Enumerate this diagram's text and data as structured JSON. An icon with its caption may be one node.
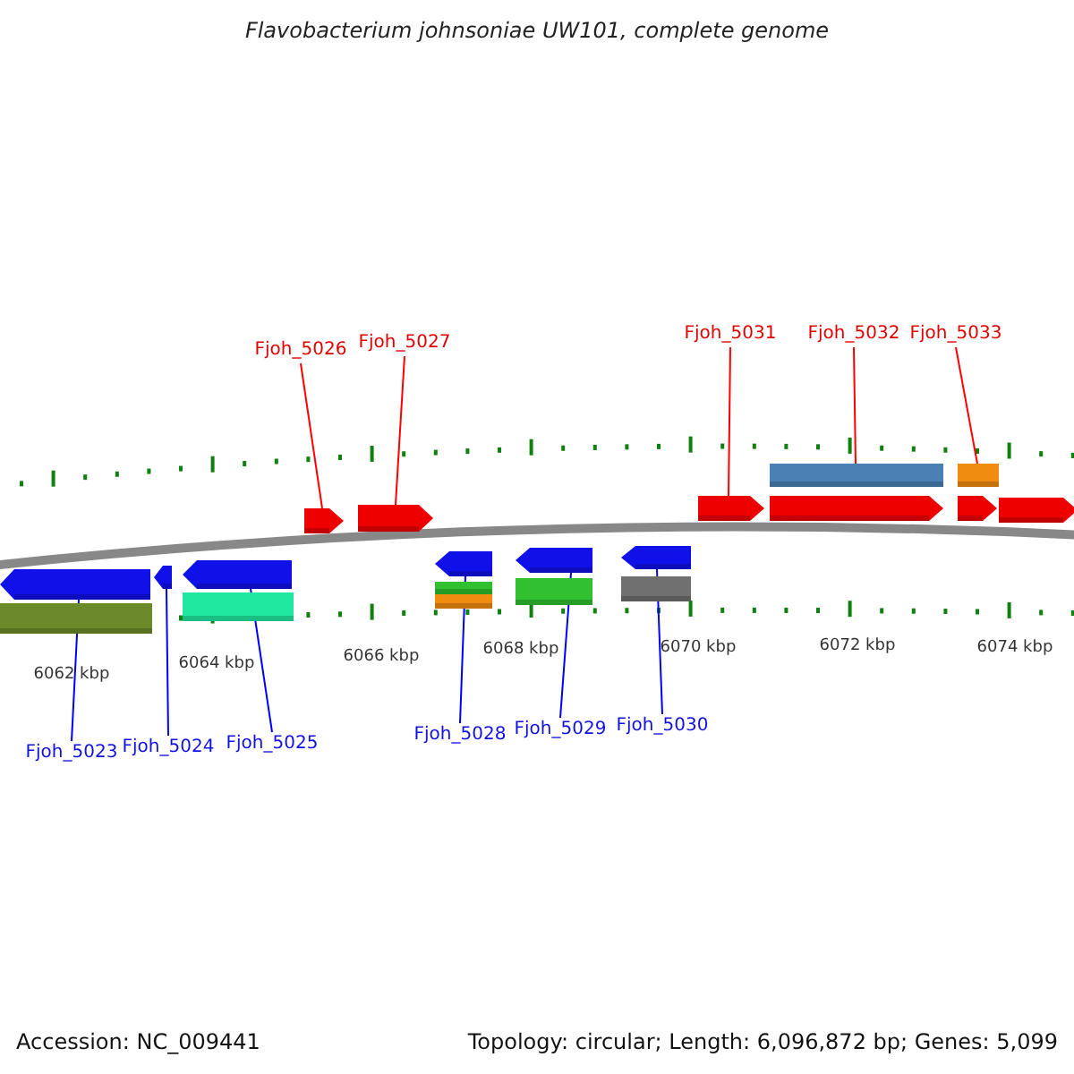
{
  "diagram": {
    "title": "Flavobacterium johnsoniae UW101, complete genome",
    "nodes": [
      {
        "text": [
          "Fjoh_5026"
        ]
      },
      {
        "text": [
          "Fjoh_5027"
        ]
      },
      {
        "text": [
          "Fjoh_5031"
        ]
      },
      {
        "text": [
          "Fjoh_5032"
        ]
      },
      {
        "text": [
          "Fjoh_5033"
        ]
      },
      {
        "text": [],
        "shape": "bar"
      },
      {
        "text": [],
        "shape": "bar"
      },
      {
        "text": [],
        "shape": "arrow"
      },
      {
        "text": [],
        "shape": "arrow"
      },
      {
        "text": [],
        "shape": "arrow"
      },
      {
        "text": [],
        "shape": "arrow"
      },
      {
        "text": [],
        "shape": "arrow"
      },
      {
        "text": [],
        "shape": "arrow"
      },
      {
        "text": [],
        "shape": "arrow"
      },
      {
        "text": [],
        "shape": "arrow"
      },
      {
        "text": [],
        "shape": "arrow"
      },
      {
        "text": [],
        "shape": "arrow"
      },
      {
        "text": [],
        "shape": "arrow"
      },
      {
        "text": [],
        "shape": "arrow"
      },
      {
        "text": [],
        "shape": "bar"
      },
      {
        "text": [],
        "shape": "bar"
      },
      {
        "text": [],
        "shape": "bar"
      },
      {
        "text": [],
        "shape": "bar"
      },
      {
        "text": [],
        "shape": "bar"
      },
      {
        "text": [],
        "shape": "bar"
      },
      {
        "text": [
          "Fjoh_5023"
        ]
      },
      {
        "text": [
          "Fjoh_5024"
        ]
      },
      {
        "text": [
          "Fjoh_5025"
        ]
      },
      {
        "text": [
          "Fjoh_5028"
        ]
      },
      {
        "text": [
          "Fjoh_5029"
        ]
      },
      {
        "text": [
          "Fjoh_5030"
        ]
      }
    ],
    "edges": [
      {
        "from": 0,
        "to": 7,
        "arrow": "none",
        "color": "#ff0000"
      },
      {
        "from": 1,
        "to": 8,
        "arrow": "none",
        "color": "#ff0000"
      },
      {
        "from": 2,
        "to": 9,
        "arrow": "none",
        "color": "#ff0000"
      },
      {
        "from": 3,
        "to": 5,
        "arrow": "none",
        "color": "#ff0000"
      },
      {
        "from": 4,
        "to": 6,
        "arrow": "none",
        "color": "#ff0000"
      },
      {
        "from": 25,
        "to": 13,
        "arrow": "none"
      },
      {
        "from": 26,
        "to": 14,
        "arrow": "none"
      },
      {
        "from": 27,
        "to": 15,
        "arrow": "none"
      },
      {
        "from": 28,
        "to": 16,
        "arrow": "none"
      },
      {
        "from": 29,
        "to": 17,
        "arrow": "none"
      },
      {
        "from": 30,
        "to": 18,
        "arrow": "none"
      }
    ],
    "labels": [
      "6062 kbp",
      "6064 kbp",
      "6066 kbp",
      "6068 kbp",
      "6070 kbp",
      "6072 kbp",
      "6074 kbp",
      "Accession: NC_009441",
      "Topology: circular; Length: 6,096,872 bp; Genes: 5,099"
    ]
  }
}
